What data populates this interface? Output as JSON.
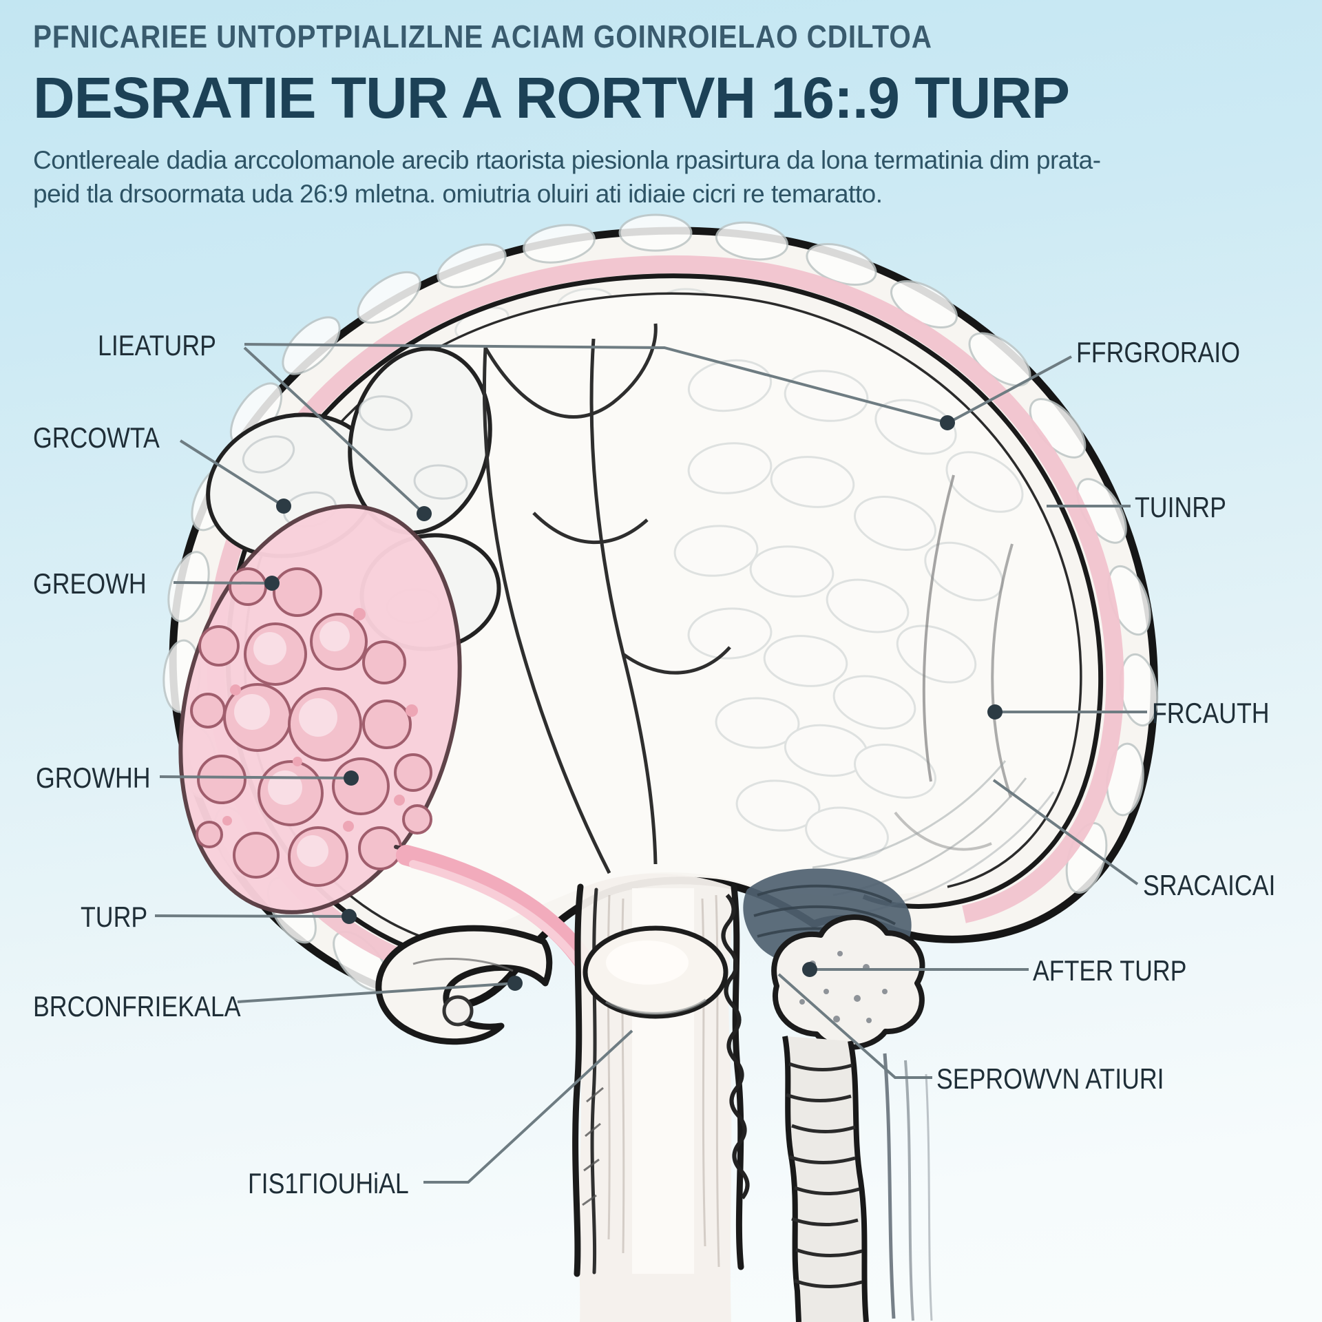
{
  "header": {
    "eyebrow": "PFNICARIEE UNTOPTPIALIZLNE ACIAM GOINROIELAO CDILTOA",
    "title": "DESRATIE TUR A RORTVH 16:.9 TURP",
    "para1": "Contlereale dadia arccolomanole arecib rtaorista piesionla rpasirtura da lona termatinia dim prata-",
    "para2": "peid tla drsoormata uda 26:9 mletna. omiutria oluiri ati idiaie cicri re temaratto."
  },
  "diagram": {
    "subject": "prostate-bladder cross-section sketch",
    "labels": [
      {
        "name": "lieaturp",
        "text": "LIEATURP"
      },
      {
        "name": "grcowta",
        "text": "GRCOWTA"
      },
      {
        "name": "greowh",
        "text": "GREOWH"
      },
      {
        "name": "growhh",
        "text": "GROWHH"
      },
      {
        "name": "turp",
        "text": "TURP"
      },
      {
        "name": "brconfriekala",
        "text": "BRCONFRIEKALA"
      },
      {
        "name": "fistgiouhial",
        "text": "ΓIS1ΓIOUHiAL"
      },
      {
        "name": "ffrgroraio",
        "text": "FFRGRORAIO"
      },
      {
        "name": "tuinrp",
        "text": "TUINRP"
      },
      {
        "name": "frcauth",
        "text": "FRCAUTH"
      },
      {
        "name": "sracaicai",
        "text": "SRACAICAI"
      },
      {
        "name": "after-turp",
        "text": "AFTER TURP"
      },
      {
        "name": "seprowvn",
        "text": "SEPROWVN ATIURI"
      }
    ]
  },
  "colors": {
    "background_top": "#c3e6f2",
    "background_bottom": "#f8fcfc",
    "title_text": "#1c4156",
    "body_text": "#2d5365",
    "label_text": "#1f2e37",
    "ink_outline": "#1a1a1a",
    "adenoma_pink": "#f8d0da",
    "adenoma_circle": "#f3c1cc",
    "band_pink": "#f1c3cd",
    "leader_line": "#6e7c82",
    "leader_dot": "#2c3b44"
  }
}
